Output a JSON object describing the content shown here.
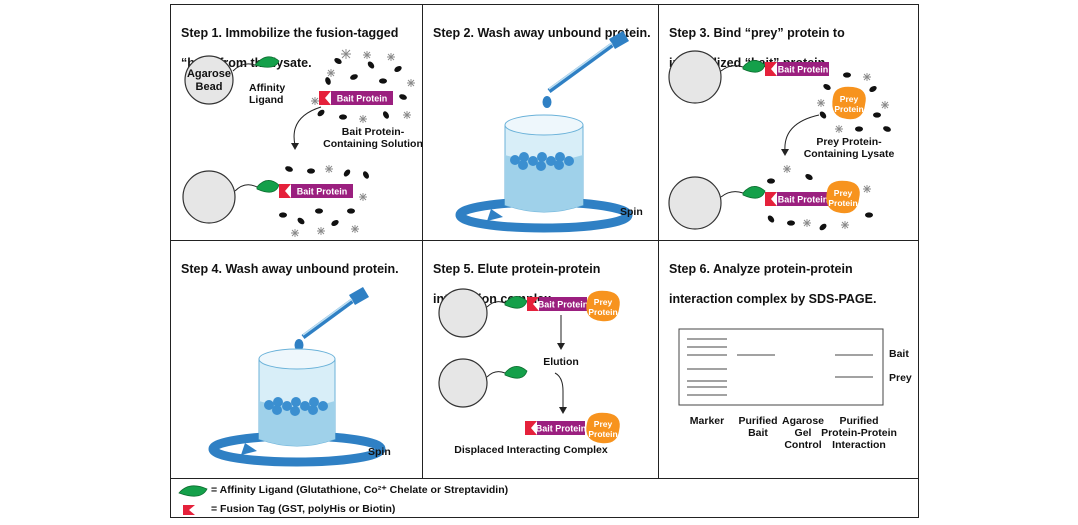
{
  "colors": {
    "ligand": "#14a04a",
    "bait_tag": "#9b1f7f",
    "fusion_tag": "#e5213b",
    "prey": "#f7931e",
    "beaker": "#9fd1ea",
    "spin": "#2f80c4"
  },
  "steps": [
    {
      "title": "Step 1. Immobilize the fusion-tagged \"bait\" from the lysate.",
      "title_lines": [
        "Step 1. Immobilize the fusion-tagged",
        "“bait” from the lysate."
      ]
    },
    {
      "title_lines": [
        "Step 2. Wash away unbound protein."
      ]
    },
    {
      "title_lines": [
        "Step 3. Bind “prey” protein to",
        "immobilized “bait” protein."
      ]
    },
    {
      "title_lines": [
        "Step 4. Wash away unbound protein."
      ]
    },
    {
      "title_lines": [
        "Step 5. Elute protein-protein",
        "interaction complex."
      ]
    },
    {
      "title_lines": [
        "Step 6. Analyze protein-protein",
        "interaction complex by SDS-PAGE."
      ]
    }
  ],
  "labels": {
    "agarose": "Agarose",
    "bead": "Bead",
    "affinity": "Affinity",
    "ligand": "Ligand",
    "bait_protein": "Bait Protein",
    "bait_solution_1": "Bait Protein-",
    "bait_solution_2": "Containing Solution",
    "spin": "Spin",
    "prey_1": "Prey",
    "prey_2": "Protein",
    "prey_lysate_1": "Prey Protein-",
    "prey_lysate_2": "Containing Lysate",
    "elution": "Elution",
    "displaced": "Displaced Interacting Complex"
  },
  "gel": {
    "right_labels": [
      "Bait",
      "Prey"
    ],
    "lanes": [
      {
        "lines": [
          "Marker"
        ]
      },
      {
        "lines": [
          "Purified",
          "Bait"
        ]
      },
      {
        "lines": [
          "Agarose",
          "Gel",
          "Control"
        ]
      },
      {
        "lines": [
          "Purified",
          "Protein-Protein",
          "Interaction"
        ]
      }
    ]
  },
  "legend": [
    {
      "icon": "ligand",
      "text": "= Affinity Ligand (Glutathione, Co²⁺ Chelate or Streptavidin)"
    },
    {
      "icon": "fusion-tag",
      "text": "= Fusion Tag (GST, polyHis or Biotin)"
    }
  ]
}
